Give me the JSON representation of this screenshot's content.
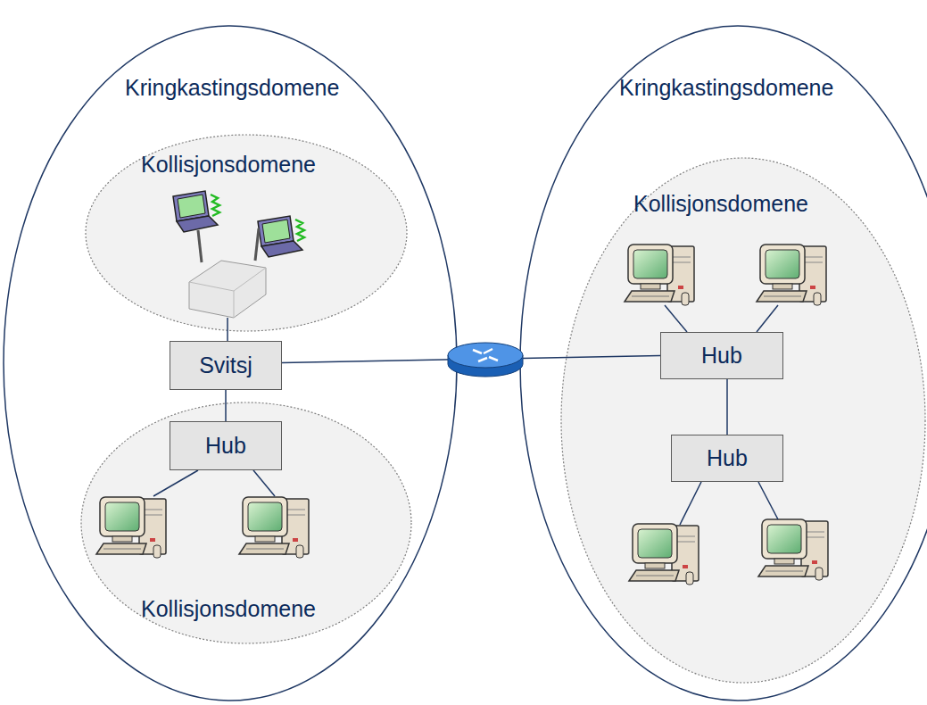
{
  "diagram": {
    "nodes": [
      {
        "text": [
          "Kringkastingsdomene"
        ]
      },
      {
        "text": [
          "Kollisjonsdomene"
        ],
        "in": 0
      },
      {
        "text": [
          "Svitsj"
        ],
        "in": 0
      },
      {
        "text": [
          "Kollisjonsdomene"
        ],
        "in": 0
      },
      {
        "text": [
          "Hub"
        ],
        "in": 3
      },
      {
        "text": [
          "Kringkastingsdomene"
        ]
      },
      {
        "text": [
          "Kollisjonsdomene"
        ],
        "in": 5
      },
      {
        "text": [
          "Hub"
        ],
        "in": 6
      },
      {
        "text": [
          "Hub"
        ],
        "in": 6
      }
    ],
    "edges": [
      {
        "from": 2,
        "to": 4,
        "arrow": "none"
      },
      {
        "from": 2,
        "to": 7,
        "arrow": "none"
      },
      {
        "from": 7,
        "to": 8,
        "arrow": "none"
      }
    ]
  }
}
